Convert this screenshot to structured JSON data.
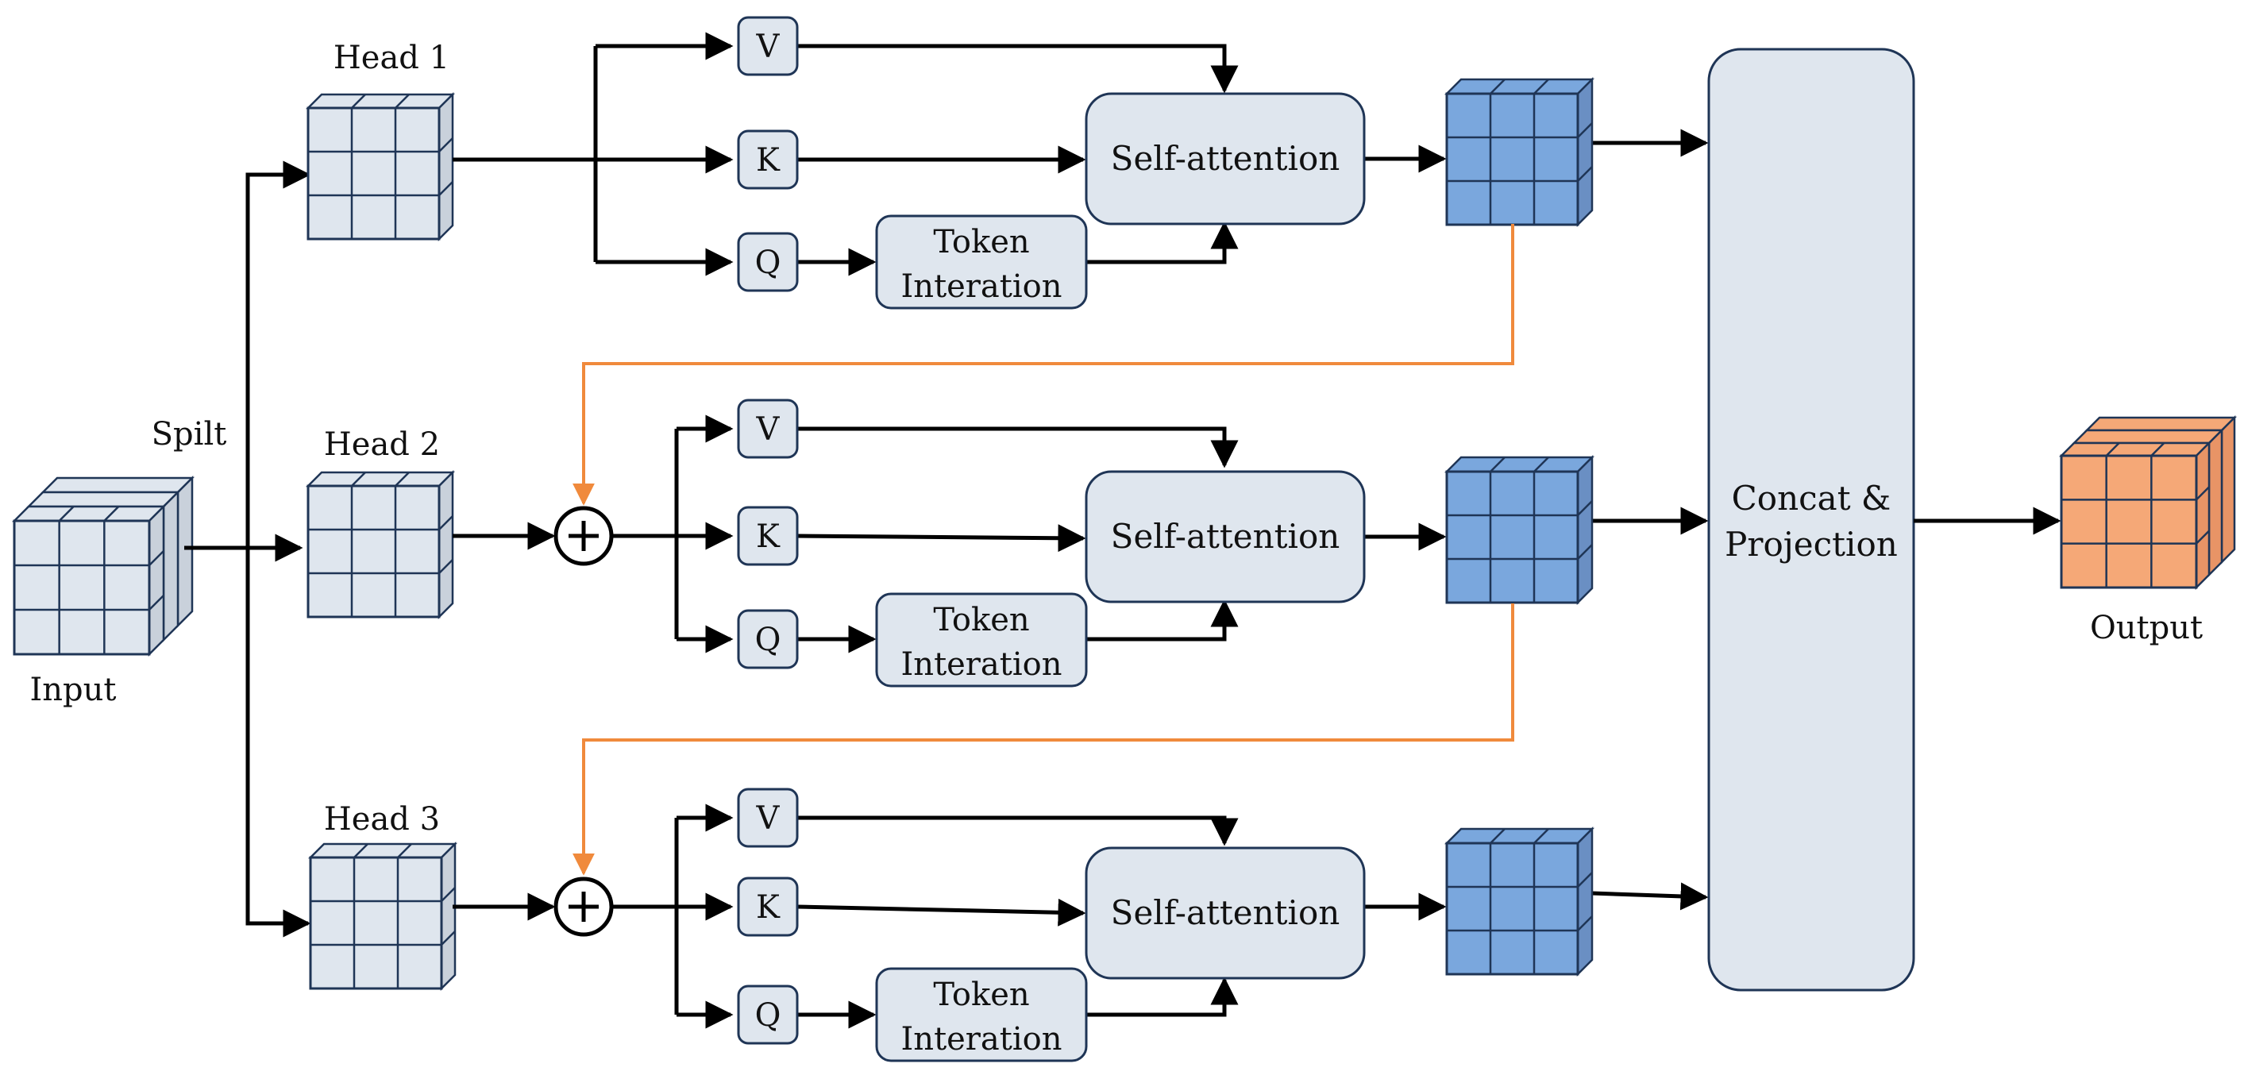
{
  "labels": {
    "input": "Input",
    "split": "Spilt",
    "output": "Output",
    "concat_line1": "Concat &",
    "concat_line2": "Projection"
  },
  "heads": [
    {
      "title": "Head 1",
      "v": "V",
      "k": "K",
      "q": "Q",
      "attention": "Self-attention",
      "token_line1": "Token",
      "token_line2": "Interation"
    },
    {
      "title": "Head 2",
      "v": "V",
      "k": "K",
      "q": "Q",
      "attention": "Self-attention",
      "token_line1": "Token",
      "token_line2": "Interation"
    },
    {
      "title": "Head 3",
      "v": "V",
      "k": "K",
      "q": "Q",
      "attention": "Self-attention",
      "token_line1": "Token",
      "token_line2": "Interation"
    }
  ],
  "colors": {
    "light_cube": "#dfe6ee",
    "light_cube_side": "#c9d1db",
    "blue_cube": "#7aa7dd",
    "blue_cube_side": "#6a8fc3",
    "orange_cube": "#f5a877",
    "orange_cube_side": "#e89466",
    "box_fill": "#dfe6ee",
    "box_stroke": "#1f3556",
    "orange_arrow": "#f08a3c",
    "arrow": "#000000"
  }
}
